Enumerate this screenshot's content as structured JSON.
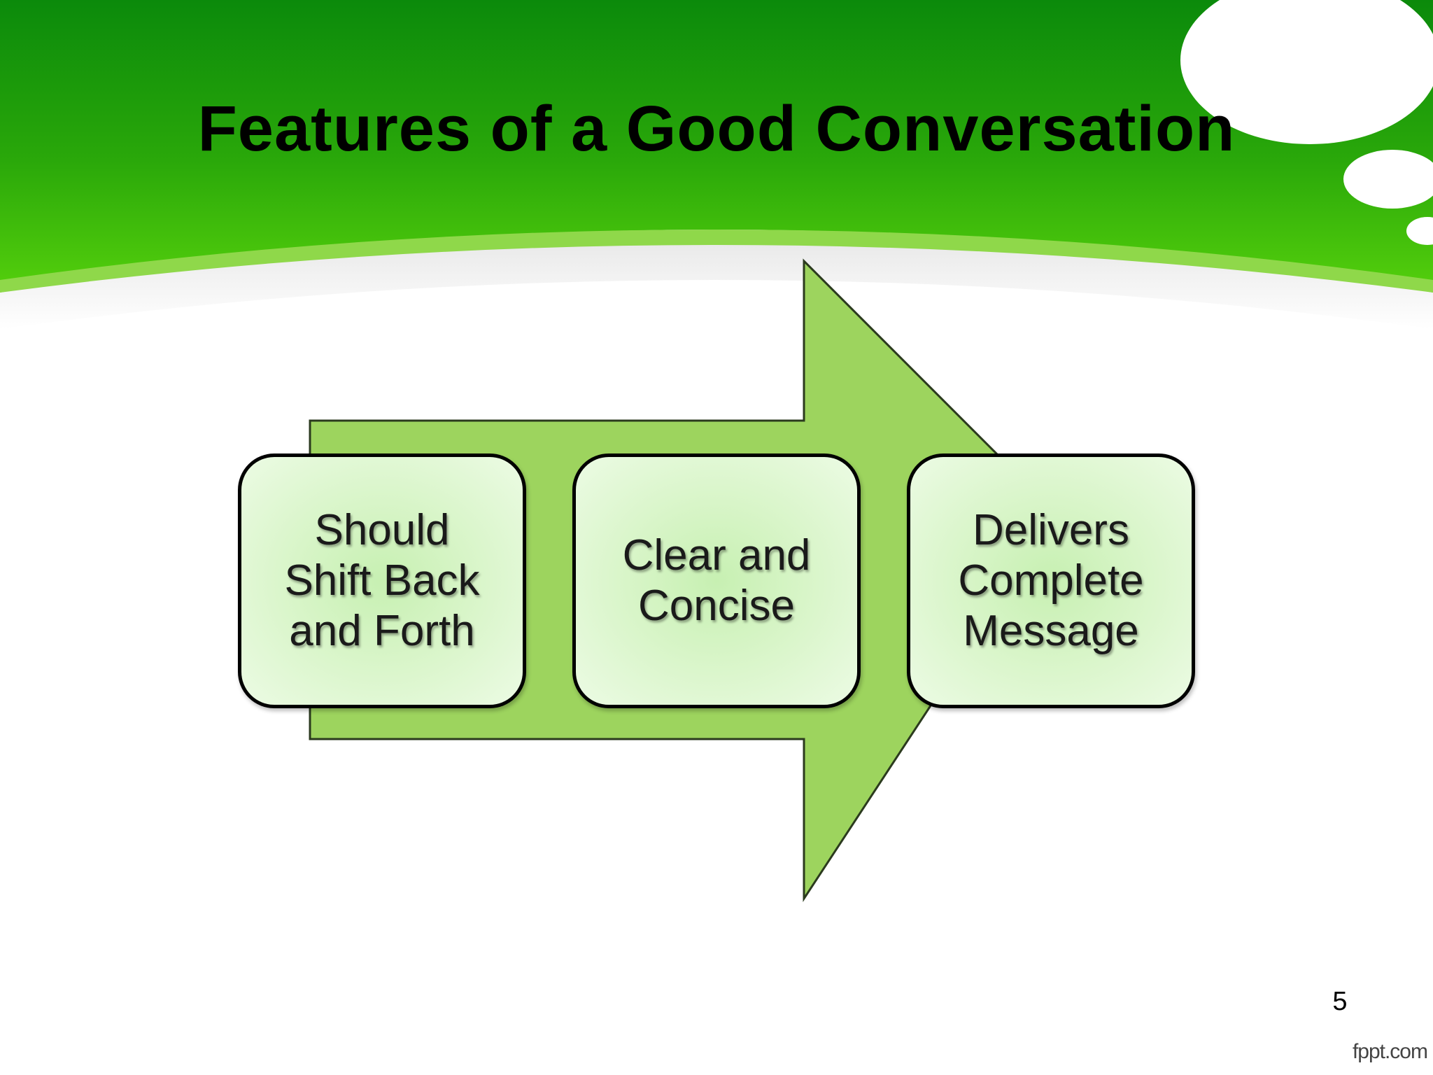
{
  "slide": {
    "title": "Features of a Good Conversation",
    "page_number": "5",
    "watermark": "fppt.com"
  },
  "diagram": {
    "type": "process-arrow",
    "steps": [
      {
        "label": "Should\nShift Back\nand Forth"
      },
      {
        "label": "Clear and\nConcise"
      },
      {
        "label": "Delivers\nComplete\nMessage"
      }
    ]
  },
  "colors": {
    "header_green_dark": "#0b8a0b",
    "header_green_light": "#4ccc0a",
    "arrow_fill": "#9dd45e",
    "box_fill": "#d8f5c8",
    "box_border": "#000000"
  }
}
